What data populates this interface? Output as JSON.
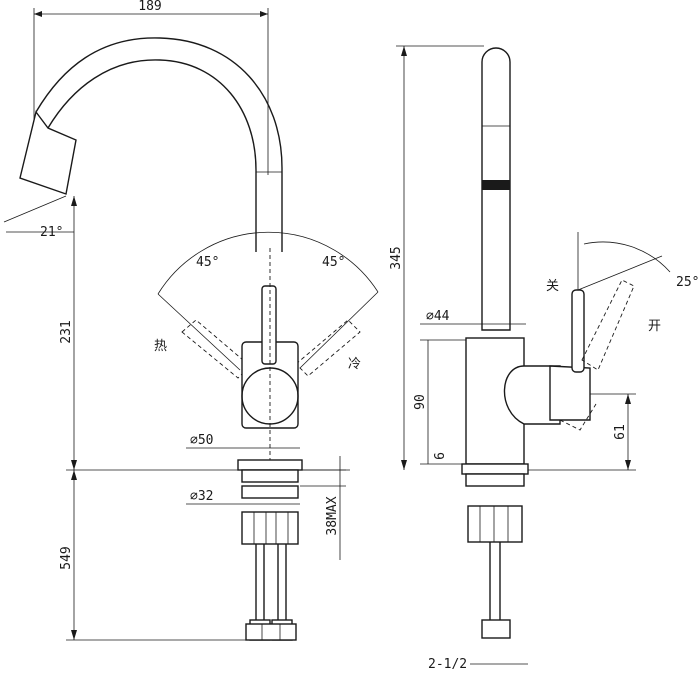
{
  "front_view": {
    "dims": {
      "width_top": "189",
      "spout_angle": "21°",
      "handle_angle_left": "45°",
      "handle_angle_right": "45°",
      "height_231": "231",
      "base_diameter": "∅50",
      "shank_diameter": "∅32",
      "max_thickness": "38MAX",
      "hose_length": "549"
    },
    "labels": {
      "hot": "热",
      "cold": "冷"
    }
  },
  "side_view": {
    "dims": {
      "height_345": "345",
      "body_diameter": "∅44",
      "height_90": "90",
      "base_6": "6",
      "handle_height_61": "61",
      "lever_angle": "25°",
      "thread": "2-1/2"
    },
    "labels": {
      "closed": "关",
      "open": "开"
    }
  }
}
